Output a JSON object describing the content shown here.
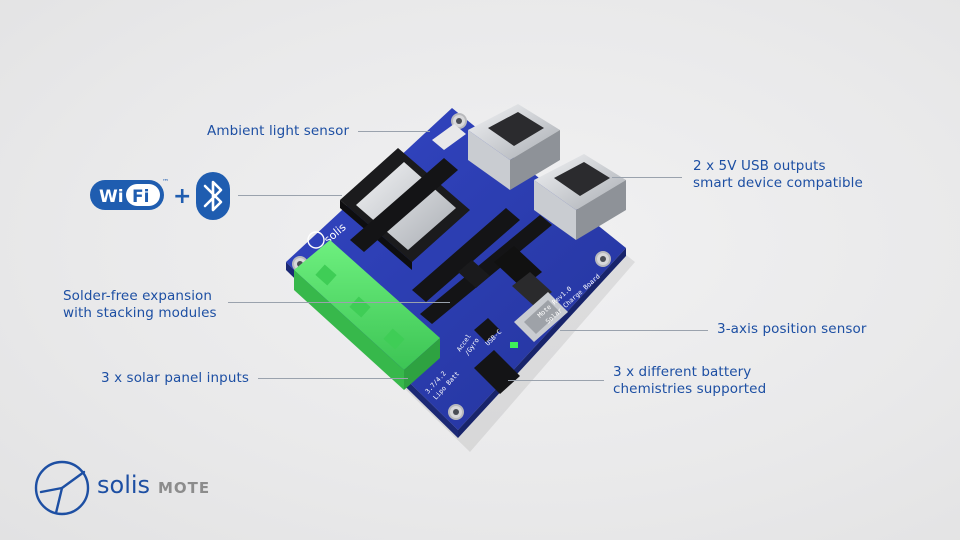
{
  "features": {
    "ambient_light": "Ambient light sensor",
    "usb_outputs_line1": "2 x 5V USB outputs",
    "usb_outputs_line2": "smart device compatible",
    "expansion_line1": "Solder-free expansion",
    "expansion_line2": "with stacking modules",
    "position_sensor": "3-axis position sensor",
    "solar_inputs": "3 x solar panel inputs",
    "battery_line1": "3 x different battery",
    "battery_line2": "chemistries supported"
  },
  "wireless": {
    "wifi_wi": "Wi",
    "wifi_fi": "Fi",
    "tm": "™",
    "plus": "+"
  },
  "board_silkscreen": {
    "brand": "solis",
    "model_line1": "Mote Rev1.0",
    "model_line2": "Solar Charge Board",
    "accel": "Accel",
    "gyro": "/Gyro",
    "usb_c": "USB-C",
    "lipo_line1": "3.7/4.2",
    "lipo_line2": "Lipo Batt"
  },
  "brand": {
    "name": "solis",
    "product": "MOTE"
  },
  "colors": {
    "label_text": "#1d4fa3",
    "board_blue": "#2b3fb5",
    "terminal_green": "#54e36a",
    "wifi_blue": "#1f5db0",
    "logo_blue": "#1d4fa3",
    "logo_gray": "#8c8c8c"
  }
}
